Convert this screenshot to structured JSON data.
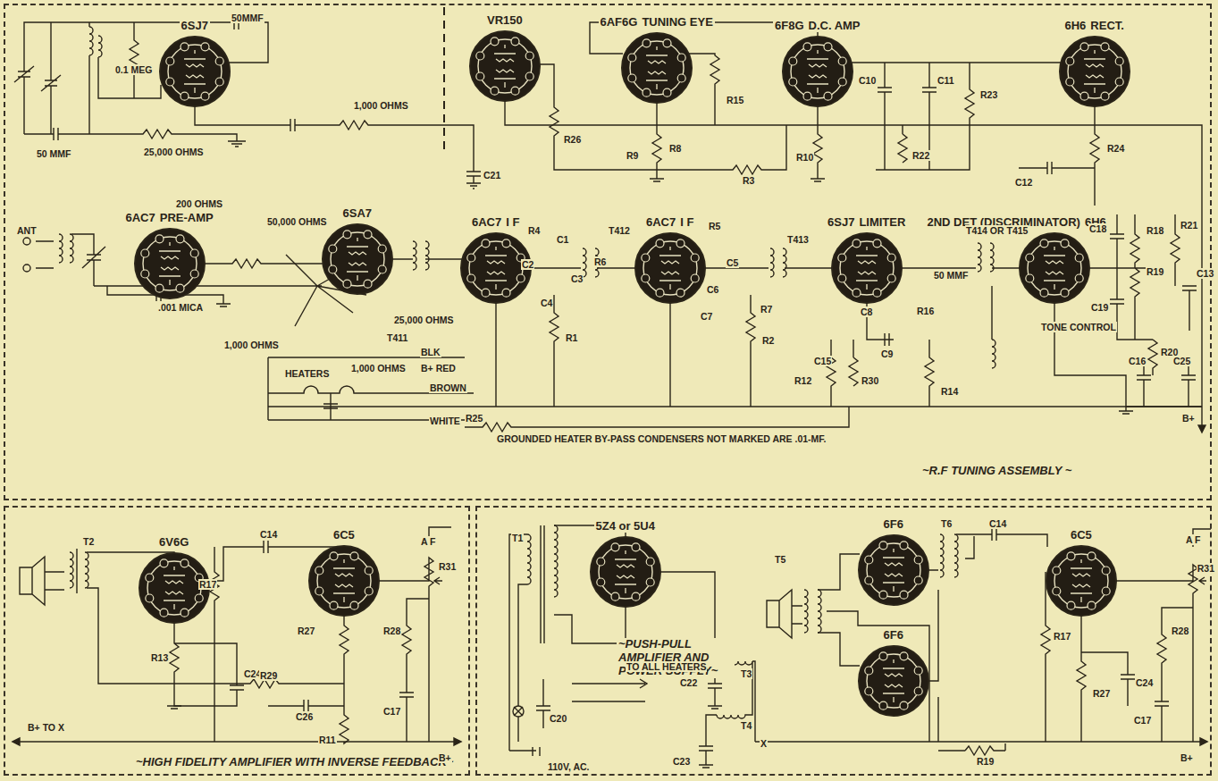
{
  "diagram": {
    "nodes": [
      {
        "text": [
          "~R.F TUNING ASSEMBLY ~"
        ]
      },
      {
        "text": [
          "6SJ7"
        ],
        "in": 0
      },
      {
        "text": [
          "VR150"
        ],
        "in": 0
      },
      {
        "text": [
          "6AF6G",
          "TUNING EYE"
        ],
        "in": 0
      },
      {
        "text": [
          "6F8G",
          "D.C. AMP"
        ],
        "in": 0
      },
      {
        "text": [
          "6H6",
          "RECT."
        ],
        "in": 0
      },
      {
        "text": [
          "6AC7",
          "PRE-AMP"
        ],
        "in": 0
      },
      {
        "text": [
          "6SA7"
        ],
        "in": 0
      },
      {
        "text": [
          "6AC7",
          "I F"
        ],
        "in": 0
      },
      {
        "text": [
          "6AC7",
          "I F"
        ],
        "in": 0
      },
      {
        "text": [
          "6SJ7",
          "LIMITER"
        ],
        "in": 0
      },
      {
        "text": [
          "2ND DET (DISCRIMINATOR)",
          "6H6"
        ],
        "in": 0
      },
      {
        "text": [
          "~HIGH FIDELITY AMPLIFIER WITH INVERSE FEEDBACK~"
        ]
      },
      {
        "text": [
          "6V6G"
        ],
        "in": 12
      },
      {
        "text": [
          "6C5"
        ],
        "in": 12
      },
      {
        "text": [
          "~PUSH-PULL AMPLIFIER AND POWER SUPPLY~"
        ]
      },
      {
        "text": [
          "5Z4 or 5U4"
        ],
        "in": 15
      },
      {
        "text": [
          "6F6"
        ],
        "in": 15
      },
      {
        "text": [
          "6F6"
        ],
        "in": 15
      },
      {
        "text": [
          "6C5"
        ],
        "in": 15
      }
    ],
    "labels": [
      "50MMF",
      "0.1 MEG",
      "50 MMF",
      "25,000 OHMS",
      "1,000 OHMS",
      "C21",
      "R26",
      "R9",
      "R8",
      "R15",
      "R3",
      "R10",
      "C10",
      "C11",
      "R23",
      "R22",
      "C12",
      "R24",
      "ANT",
      "200 OHMS",
      "50,000 OHMS",
      ".001 MICA",
      "1,000 OHMS",
      "25,000 OHMS",
      "1,000 OHMS",
      "T411",
      "BLK",
      "B+ RED",
      "HEATERS",
      "BROWN",
      "WHITE",
      "R4",
      "C1",
      "T412",
      "C2",
      "C3",
      "R6",
      "C4",
      "R1",
      "R5",
      "C5",
      "T413",
      "C6",
      "C7",
      "R7",
      "R2",
      "C8",
      "50 MMF",
      "R16",
      "C15",
      "C9",
      "R12",
      "R30",
      "R14",
      "T414 OR T415",
      "C18",
      "R18",
      "R21",
      "C13",
      "R19",
      "C19",
      "TONE CONTROL",
      "R20",
      "C16",
      "C25",
      "R25",
      "GROUNDED HEATER BY-PASS CONDENSERS NOT MARKED ARE .01-MF.",
      "B+",
      "T2",
      "C14",
      "R17",
      "R13",
      "C24",
      "R29",
      "R27",
      "C26",
      "R11",
      "R28",
      "R31",
      "C17",
      "A F",
      "B+ TO X",
      "B+",
      "T1",
      "C20",
      "TO ALL HEATERS",
      "T3",
      "C22",
      "T4",
      "C23",
      "X",
      "110V, AC.",
      "T5",
      "T6",
      "C14",
      "R17",
      "R19",
      "R27",
      "C24",
      "R28",
      "C17",
      "R31",
      "A F",
      "B+"
    ]
  }
}
